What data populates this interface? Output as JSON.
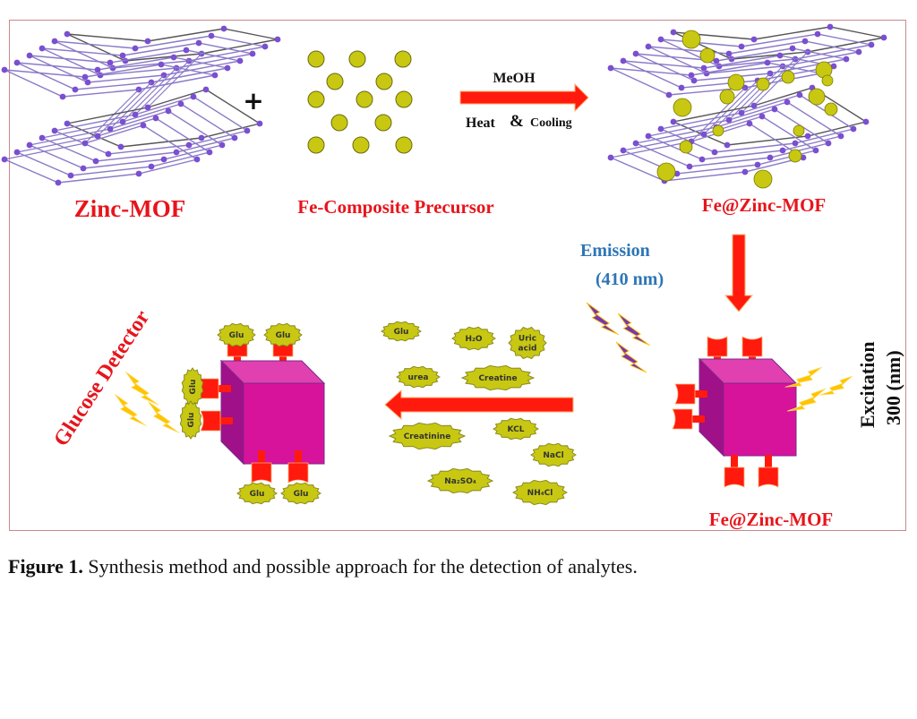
{
  "figure": {
    "labels": {
      "zinc_mof": "Zinc-MOF",
      "plus": "+",
      "fe_precursor": "Fe-Composite Precursor",
      "reaction_top": "MeOH",
      "reaction_bottom_1": "Heat",
      "reaction_bottom_amp": "&",
      "reaction_bottom_2": "Cooling",
      "fe_zinc_mof_top": "Fe@Zinc-MOF",
      "emission_1": "Emission",
      "emission_2": "(410 nm)",
      "excitation_1": "Excitation",
      "excitation_2": "300 (nm)",
      "fe_zinc_mof_bottom": "Fe@Zinc-MOF",
      "glucose_detector": "Glucose Detector"
    },
    "analytes": [
      {
        "label": "Glu"
      },
      {
        "label": "H2O"
      },
      {
        "label": "Uric acid"
      },
      {
        "label": "urea"
      },
      {
        "label": "Creatine"
      },
      {
        "label": "Creatinine"
      },
      {
        "label": "KCL"
      },
      {
        "label": "NaCl"
      },
      {
        "label": "Na2SO4"
      },
      {
        "label": "NH4Cl"
      }
    ],
    "bound_glucose_label": "Glu",
    "colors": {
      "arrow_red": "#ff1a0d",
      "cube_front": "#d7139b",
      "cube_top": "#e040b0",
      "cube_side": "#a01088",
      "analyte_fill": "#c8c812",
      "mof_purple": "#7a4fd0",
      "bolt_yellow": "#ffc400",
      "bolt_purple": "#7a35b0",
      "border": "#c98a8a"
    }
  },
  "caption": {
    "prefix": "Figure 1.",
    "text": " Synthesis method and possible approach for the detection of analytes."
  }
}
